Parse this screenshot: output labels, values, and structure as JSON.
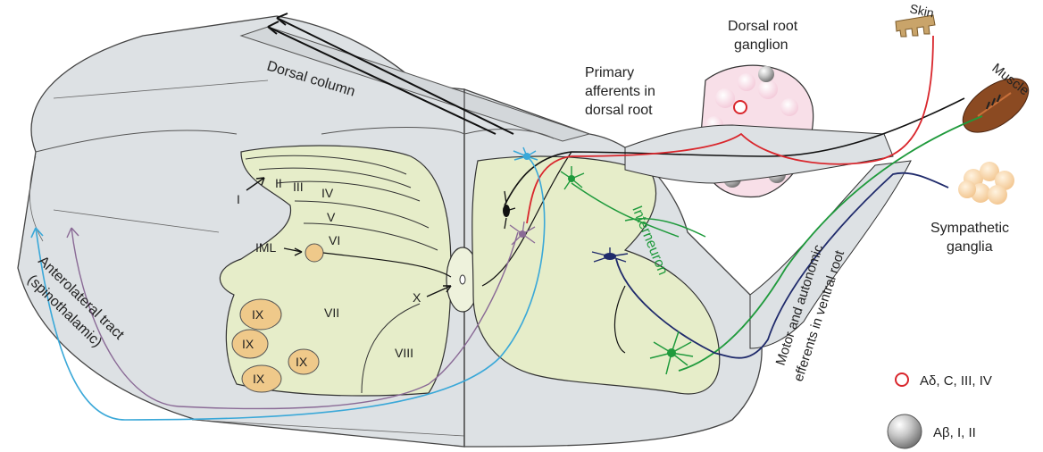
{
  "labels": {
    "dorsal_column": "Dorsal column",
    "primary_afferents": [
      "Primary",
      "afferents in",
      "dorsal root"
    ],
    "dorsal_root_ganglion": [
      "Dorsal root",
      "ganglion"
    ],
    "skin": "Skin",
    "muscle": "Muscle",
    "sympathetic_ganglia": [
      "Sympathetic",
      "ganglia"
    ],
    "interneuron": "Interneuron",
    "motor_efferents": [
      "Motor and autonomic",
      "efferents in ventral root"
    ],
    "anterolateral_tract": [
      "Anterolateral tract",
      "(spinothalamic)"
    ],
    "iml": "IML"
  },
  "laminae": {
    "I": "I",
    "II": "II",
    "III": "III",
    "IV": "IV",
    "V": "V",
    "VI": "VI",
    "VII": "VII",
    "VIII": "VIII",
    "IX": "IX",
    "X": "X"
  },
  "legend": {
    "small_fiber": "Aδ, C, III, IV",
    "large_fiber": "Aβ, I, II"
  },
  "colors": {
    "cord_grey": "#dde1e4",
    "grey_matter": "#e6edc9",
    "lamina_ix": "#efc98a",
    "red_fiber": "#d9262c",
    "cyan_fiber": "#3aa8d8",
    "green_fiber": "#1f9a3c",
    "navy_fiber": "#1f2a6b",
    "purple_fiber": "#8a6a96",
    "skin": "#c9a46a",
    "muscle": "#8b4a22",
    "ganglia": "#f6c995"
  }
}
